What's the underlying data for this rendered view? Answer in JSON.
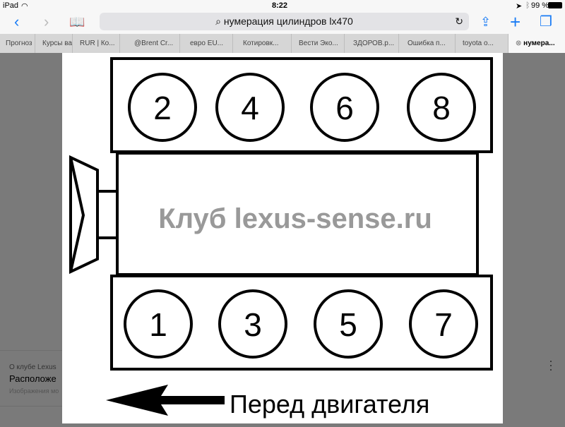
{
  "status": {
    "device": "iPad",
    "time": "8:22",
    "battery": "99 %"
  },
  "toolbar": {
    "search_query": "нумерация цилиндров lx470"
  },
  "tabs": [
    "Прогноз",
    "Курсы ва",
    "RUR | Ко...",
    "@Brent Cr...",
    "евро EU...",
    "Котировк...",
    "Вести Эко...",
    "ЗДОРОВ.р...",
    "Ошибка п...",
    "toyota о...",
    "нумера..."
  ],
  "background_result": {
    "source": "О клубе Lexus",
    "title": "Расположе",
    "subtitle": "Изображения мо"
  },
  "image": {
    "cylinders_top": [
      "2",
      "4",
      "6",
      "8"
    ],
    "cylinders_bottom": [
      "1",
      "3",
      "5",
      "7"
    ],
    "watermark": "Клуб lexus-sense.ru",
    "front_label": "Перед двигателя"
  }
}
